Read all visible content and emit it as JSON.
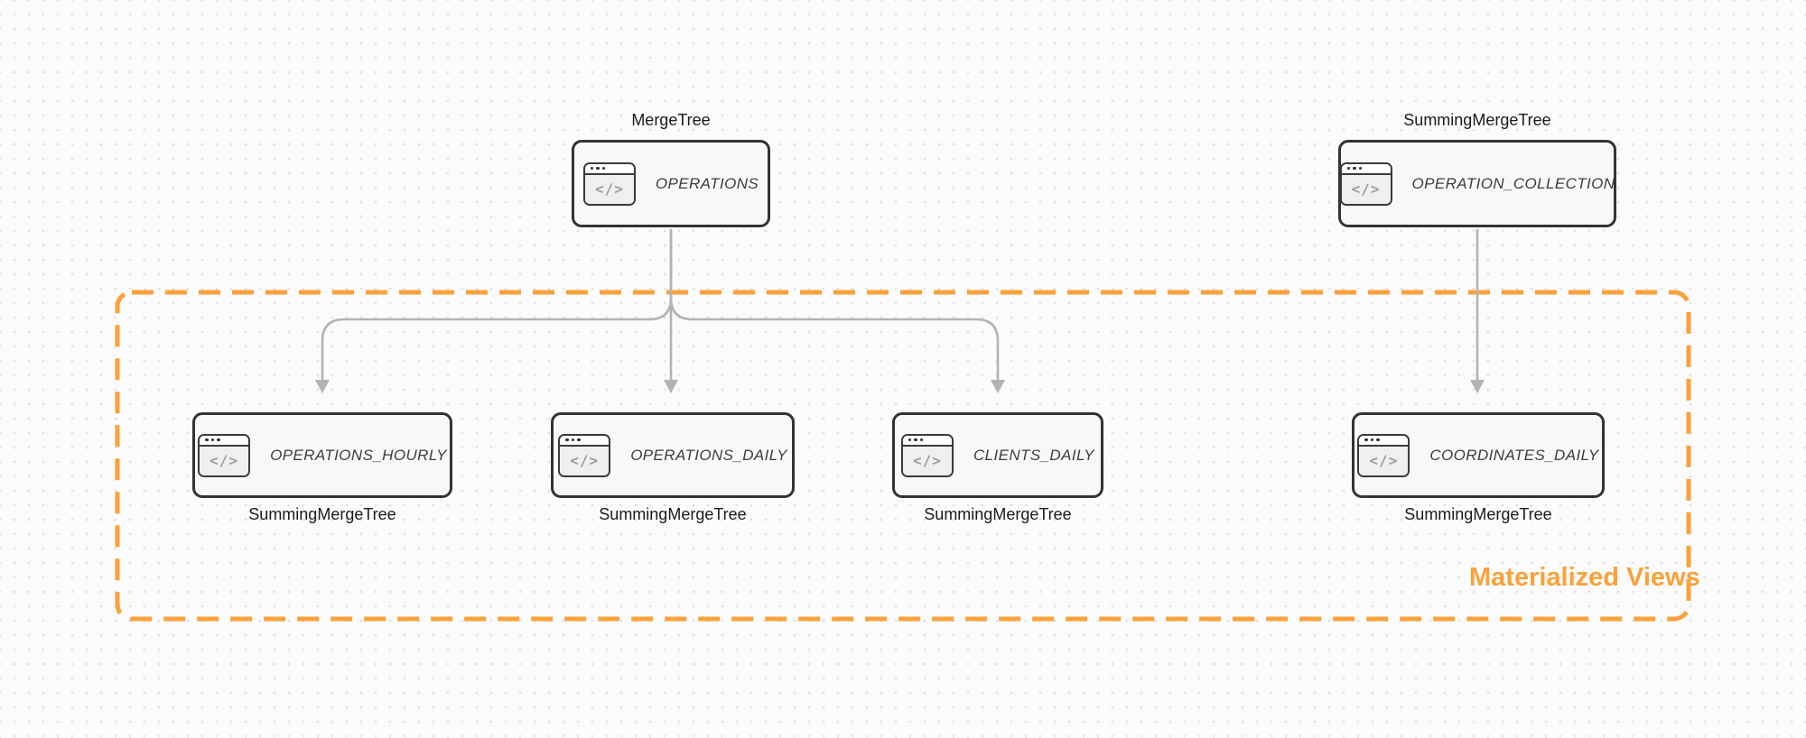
{
  "group": {
    "label": "Materialized Views"
  },
  "icon_glyph": "</>",
  "colors": {
    "accent_orange": "#F9A13B",
    "arrow_gray": "#B3B3B3",
    "box_border": "#333333",
    "box_fill": "#F8F8F8"
  },
  "nodes": [
    {
      "id": "operations",
      "name": "OPERATIONS",
      "engine": "MergeTree",
      "engine_position": "top"
    },
    {
      "id": "operation_collection",
      "name": "OPERATION_COLLECTION",
      "engine": "SummingMergeTree",
      "engine_position": "top"
    },
    {
      "id": "operations_hourly",
      "name": "OPERATIONS_HOURLY",
      "engine": "SummingMergeTree",
      "engine_position": "bottom"
    },
    {
      "id": "operations_daily",
      "name": "OPERATIONS_DAILY",
      "engine": "SummingMergeTree",
      "engine_position": "bottom"
    },
    {
      "id": "clients_daily",
      "name": "CLIENTS_DAILY",
      "engine": "SummingMergeTree",
      "engine_position": "bottom"
    },
    {
      "id": "coordinates_daily",
      "name": "COORDINATES_DAILY",
      "engine": "SummingMergeTree",
      "engine_position": "bottom"
    }
  ],
  "edges": [
    {
      "from": "operations",
      "to": "operations_hourly"
    },
    {
      "from": "operations",
      "to": "operations_daily"
    },
    {
      "from": "operations",
      "to": "clients_daily"
    },
    {
      "from": "operation_collection",
      "to": "coordinates_daily"
    }
  ]
}
